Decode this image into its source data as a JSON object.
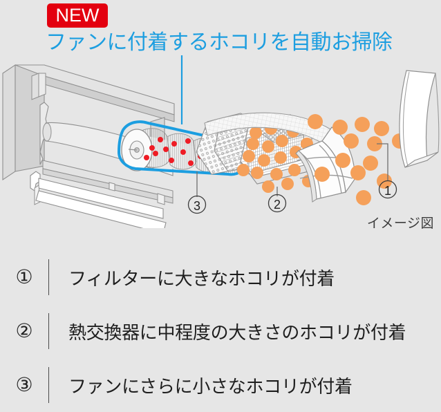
{
  "badge": {
    "label": "NEW"
  },
  "headline": {
    "text": "ファンに付着するホコリを自動お掃除"
  },
  "illustration": {
    "caption": "イメージ図",
    "callouts": [
      {
        "id": "callout-1",
        "marker": "①",
        "target": "filter"
      },
      {
        "id": "callout-2",
        "marker": "②",
        "target": "heat-exchanger"
      },
      {
        "id": "callout-3",
        "marker": "③",
        "target": "fan"
      }
    ],
    "parts": [
      {
        "name": "front-panel",
        "label": ""
      },
      {
        "name": "filter",
        "label": ""
      },
      {
        "name": "heat-exchanger",
        "label": ""
      },
      {
        "name": "cross-flow-fan",
        "label": ""
      },
      {
        "name": "indoor-unit-body",
        "label": ""
      },
      {
        "name": "air-deflector-louver",
        "label": ""
      }
    ],
    "dust": {
      "large_color": "#f5a05a",
      "medium_color": "#f5a05a",
      "small_color": "#ee1c25"
    },
    "highlight_color": "#1c9ee0"
  },
  "legend": {
    "rows": [
      {
        "marker": "①",
        "text": "フィルターに大きなホコリが付着"
      },
      {
        "marker": "②",
        "text": "熱交換器に中程度の大きさのホコリが付着"
      },
      {
        "marker": "③",
        "text": "ファンにさらに小さなホコリが付着"
      }
    ]
  },
  "colors": {
    "background": "#e6e6e6",
    "accent_blue": "#1c9ee0",
    "badge_red": "#e3000f",
    "dust_orange": "#f5a05a",
    "dust_red": "#ee1c25",
    "line_grey": "#8c8c8c",
    "text_dark": "#1e1e1e"
  }
}
